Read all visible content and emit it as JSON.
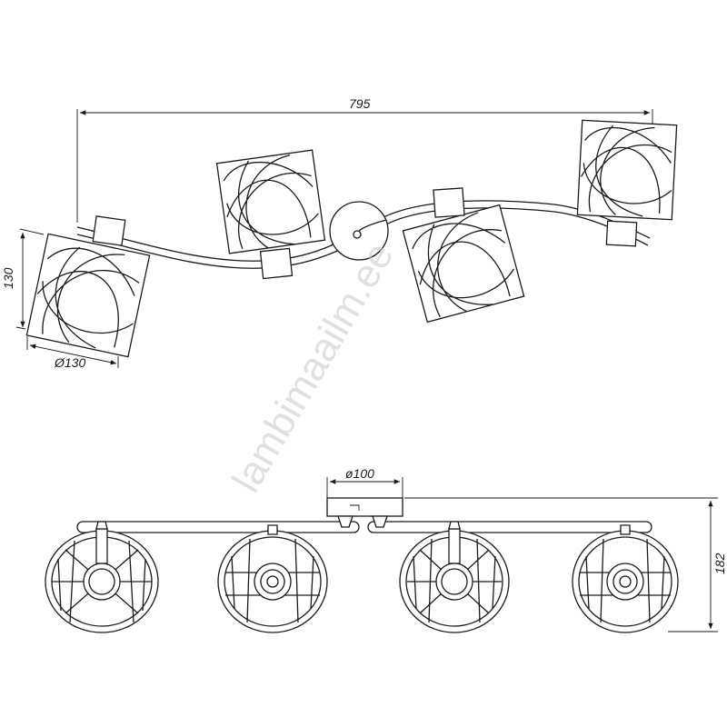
{
  "dimensions": {
    "total_length": "795",
    "shade_height": "130",
    "shade_diameter": "Ø130",
    "canopy_diameter": "ø100",
    "total_height": "182"
  },
  "watermark": "lambimaailm.ee",
  "views": [
    "top-view",
    "front-view"
  ]
}
